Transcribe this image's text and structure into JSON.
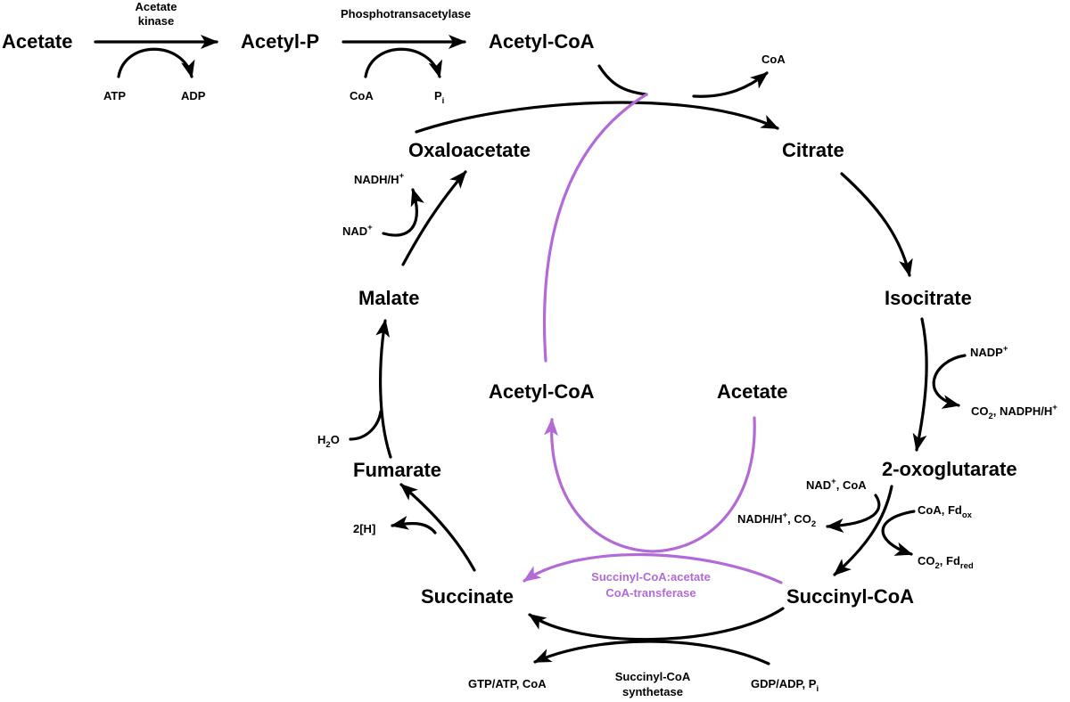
{
  "colors": {
    "main": "#000000",
    "transferase": "#b36ad6"
  },
  "metabolites": {
    "acetate_top": "Acetate",
    "acetyl_p": "Acetyl-P",
    "acetyl_coa_top": "Acetyl-CoA",
    "citrate": "Citrate",
    "isocitrate": "Isocitrate",
    "oxoglutarate": "2-oxoglutarate",
    "succinyl_coa": "Succinyl-CoA",
    "succinate": "Succinate",
    "fumarate": "Fumarate",
    "malate": "Malate",
    "oxaloacetate": "Oxaloacetate",
    "acetyl_coa_inner": "Acetyl-CoA",
    "acetate_inner": "Acetate"
  },
  "enzymes": {
    "acetate_kinase_line1": "Acetate",
    "acetate_kinase_line2": "kinase",
    "phosphotransacetylase": "Phosphotransacetylase",
    "transferase_line1": "Succinyl-CoA:acetate",
    "transferase_line2": "CoA-transferase",
    "synthetase_line1": "Succinyl-CoA",
    "synthetase_line2": "synthetase"
  },
  "cofactors": {
    "atp": "ATP",
    "adp": "ADP",
    "coa_in": "CoA",
    "pi": {
      "base": "P",
      "sub": "i"
    },
    "coa_out": "CoA",
    "nadp": {
      "base": "NADP",
      "sup": "+"
    },
    "co2_nadph": {
      "a": "CO",
      "a_sub": "2",
      "b": ", NADPH/H",
      "b_sup": "+"
    },
    "nad_coa": {
      "a": "NAD",
      "a_sup": "+",
      "b": ", CoA"
    },
    "nadh_co2": {
      "a": "NADH/H",
      "a_sup": "+",
      "b": ", CO",
      "b_sub": "2"
    },
    "coa_fdox": {
      "a": "CoA, Fd",
      "a_sub": "ox"
    },
    "co2_fdred": {
      "a": "CO",
      "a_sub": "2",
      "b": ", Fd",
      "b_sub": "red"
    },
    "gdp_adp_pi": {
      "a": "GDP/ADP, P",
      "a_sub": "i"
    },
    "gtp_atp_coa": "GTP/ATP, CoA",
    "two_h": "2[H]",
    "h2o": {
      "a": "H",
      "a_sub": "2",
      "b": "O"
    },
    "nad_malate": {
      "a": "NAD",
      "a_sup": "+"
    },
    "nadh_malate": {
      "a": "NADH/H",
      "a_sup": "+"
    }
  }
}
